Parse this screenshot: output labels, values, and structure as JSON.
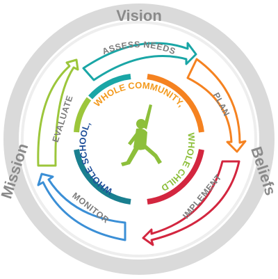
{
  "outer_ring": {
    "vision": "Vision",
    "beliefs": "Beliefs",
    "mission": "Mission"
  },
  "cycle_steps": [
    {
      "label": "ASSESS NEEDS",
      "color": "#1aa6a6"
    },
    {
      "label": "PLAN",
      "color": "#f58220"
    },
    {
      "label": "IMPLEMENT",
      "color": "#d3263f"
    },
    {
      "label": "MONITOR",
      "color": "#3b8fd6"
    },
    {
      "label": "EVALUATE",
      "color": "#9cc63b"
    }
  ],
  "inner_phrases": [
    {
      "label": "WHOLE COMMUNITY,",
      "color": "#f39a1e"
    },
    {
      "label": "WHOLE CHILD",
      "color": "#8dbf3b"
    },
    {
      "label": "WHOLE SCHOOL,",
      "color": "#1f4f9a"
    }
  ],
  "colors": {
    "outer_ring": "#d9d9d9",
    "figure": "#8dbf3b",
    "inner_circle": "#ffffff"
  },
  "icons": {
    "center": "jumping-child-icon"
  }
}
